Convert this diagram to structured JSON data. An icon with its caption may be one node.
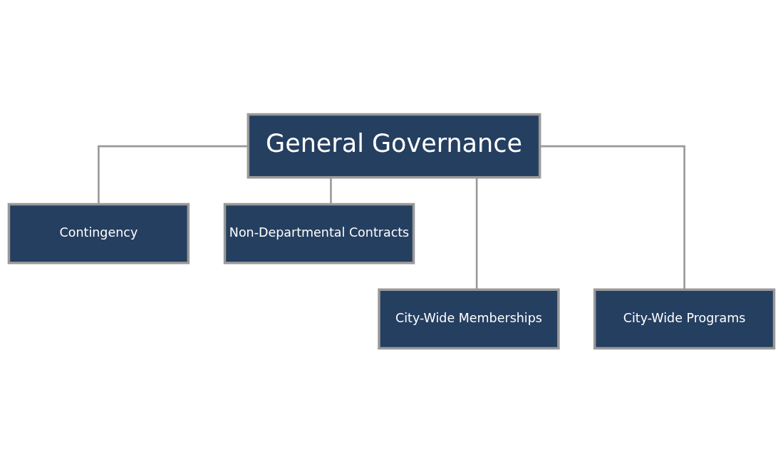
{
  "diagram": {
    "nodes": [
      {
        "text": [
          "General Governance"
        ]
      },
      {
        "text": [
          "Contingency"
        ]
      },
      {
        "text": [
          "Non-Departmental Contracts"
        ]
      },
      {
        "text": [
          "City-Wide Memberships"
        ]
      },
      {
        "text": [
          "City-Wide Programs"
        ]
      }
    ],
    "edges": [
      {
        "from": 0,
        "to": 1,
        "arrow": "none"
      },
      {
        "from": 0,
        "to": 2,
        "arrow": "none"
      },
      {
        "from": 0,
        "to": 3,
        "arrow": "none"
      },
      {
        "from": 0,
        "to": 4,
        "arrow": "none"
      }
    ]
  }
}
